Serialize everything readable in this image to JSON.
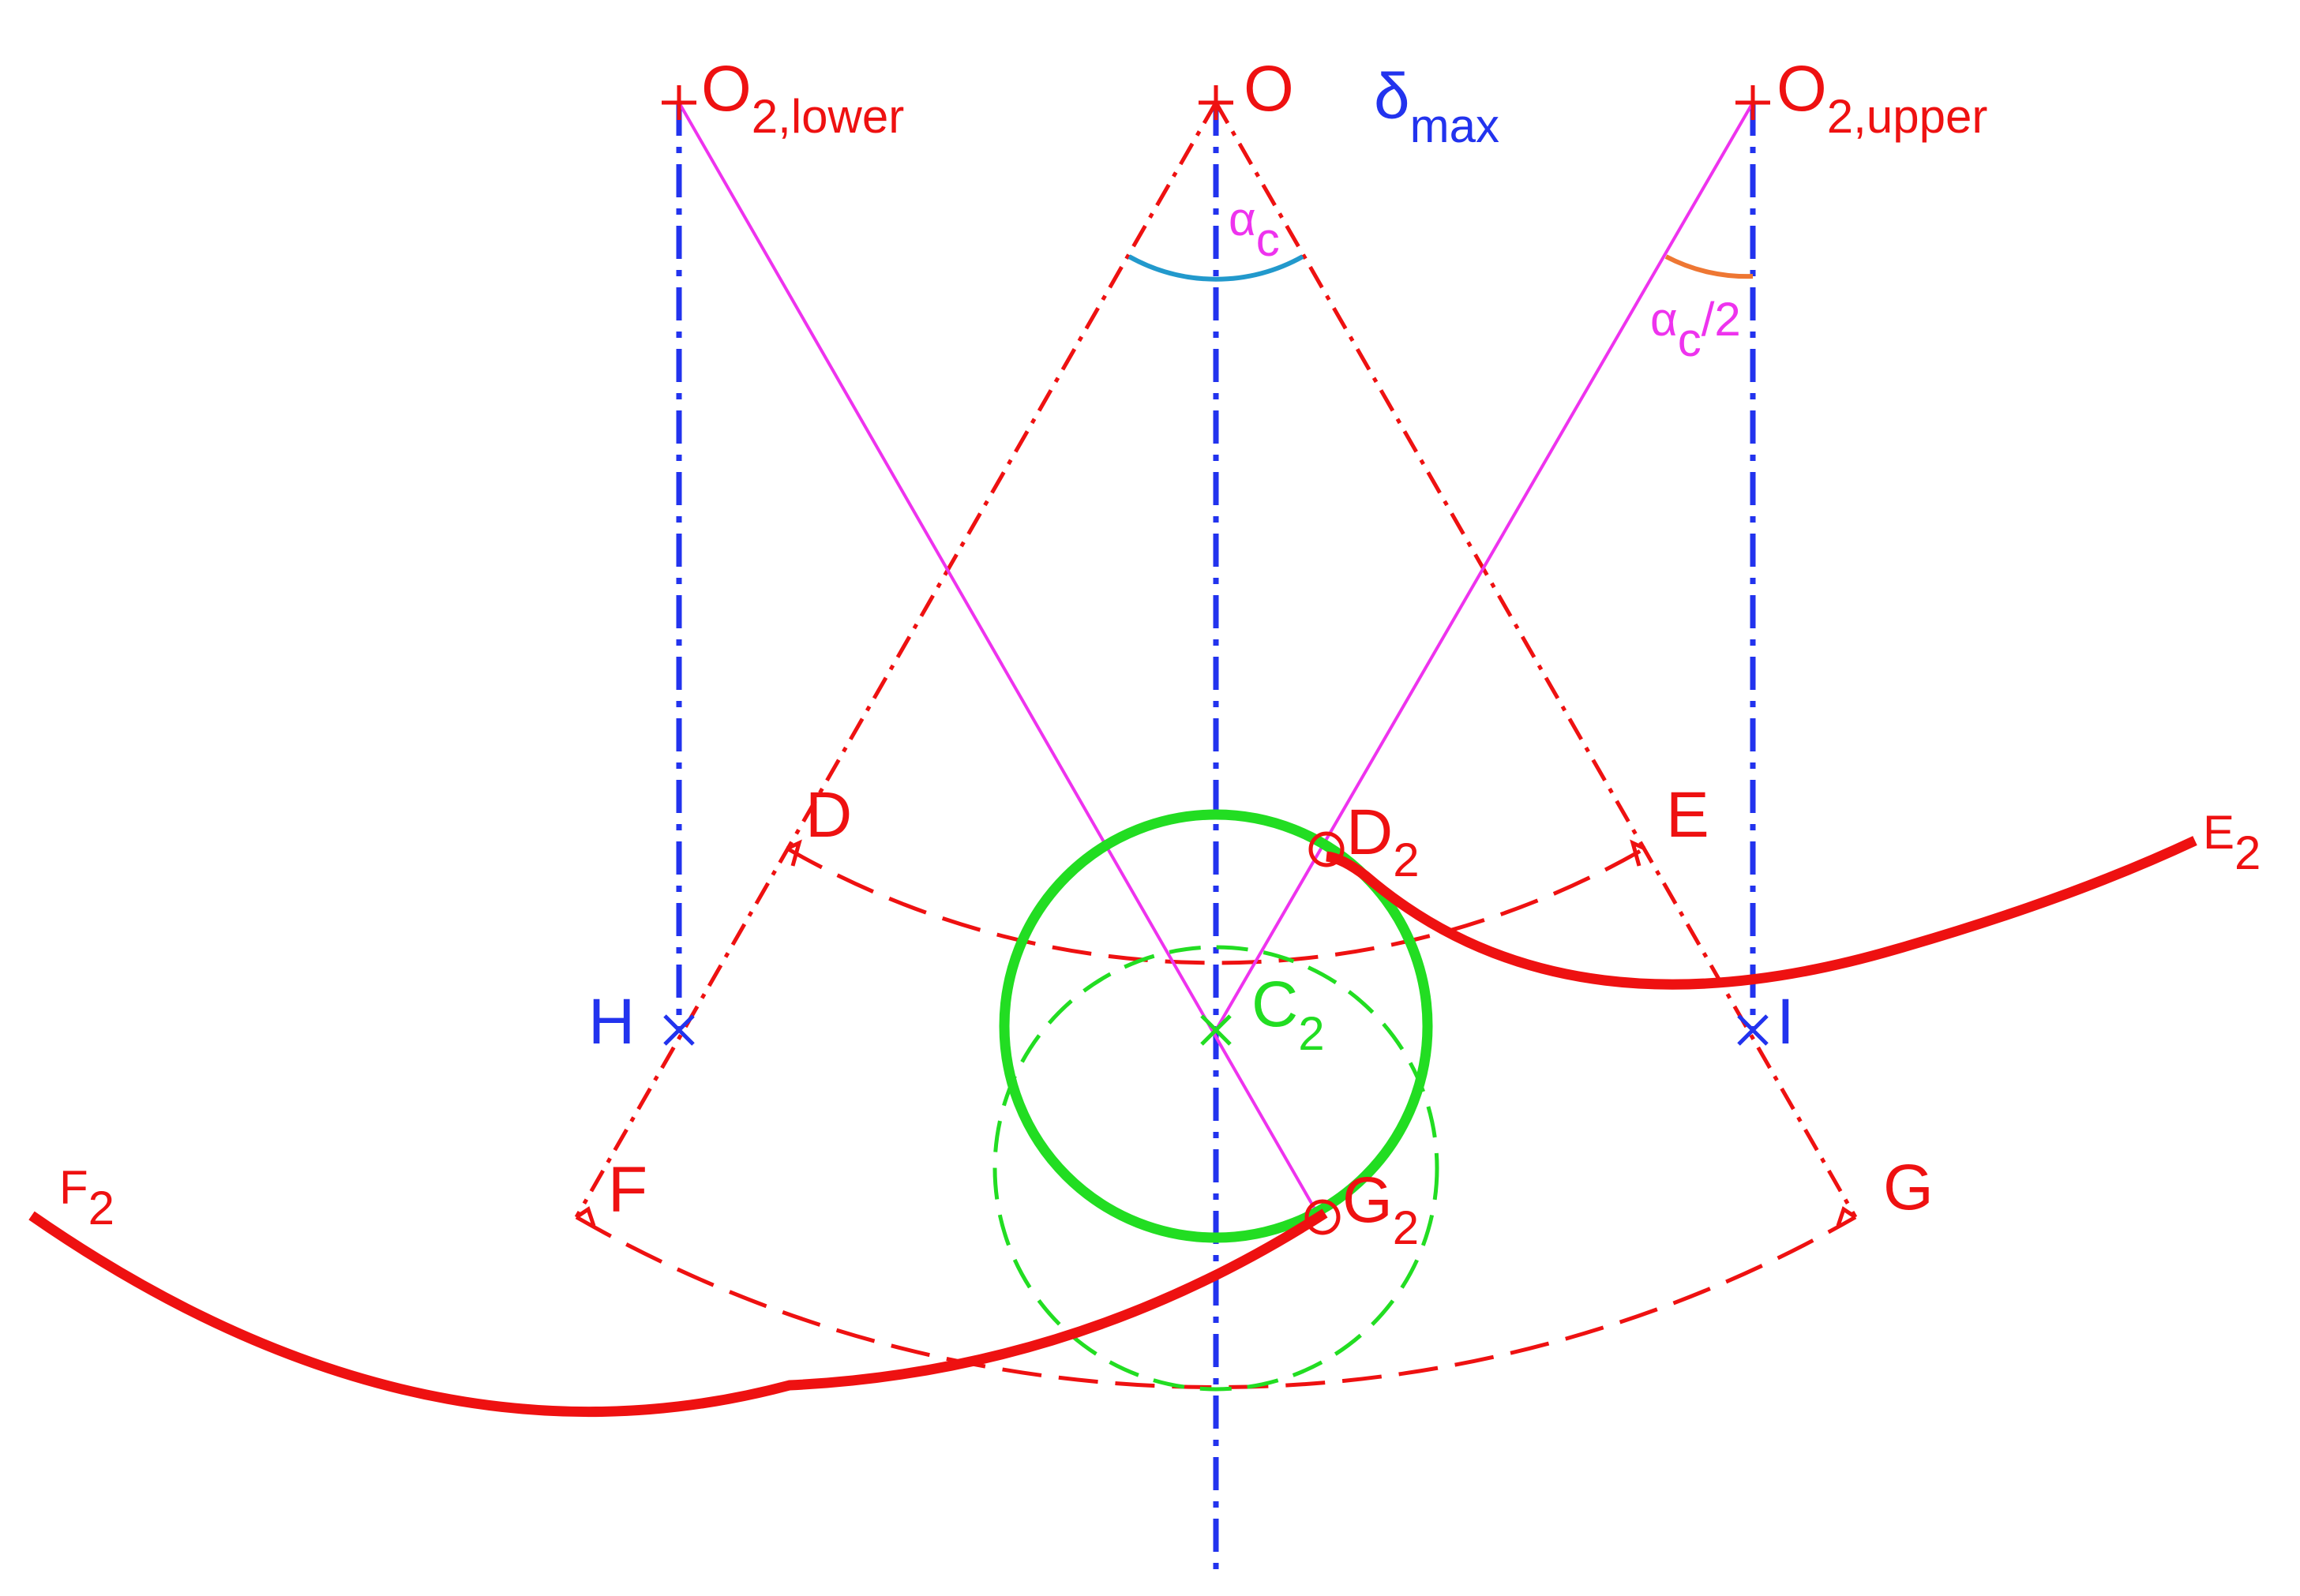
{
  "colors": {
    "red": "#ee1111",
    "blue": "#2233ee",
    "magenta": "#ee33ee",
    "green": "#22dd22",
    "cyan": "#2299cc",
    "orange": "#ee7733"
  },
  "labels": {
    "O": "O",
    "O2": "O",
    "O2_lower_sub": "2,lower",
    "O2_upper_sub": "2,upper",
    "delta": "δ",
    "delta_sub": "max",
    "alpha": "α",
    "alpha_sub": "c",
    "alpha_half_suffix": "/2",
    "D": "D",
    "D2": "D",
    "E": "E",
    "E2": "E",
    "F": "F",
    "F2": "F",
    "G": "G",
    "G2": "G",
    "H": "H",
    "I": "I",
    "C2": "C",
    "sub2": "2"
  }
}
